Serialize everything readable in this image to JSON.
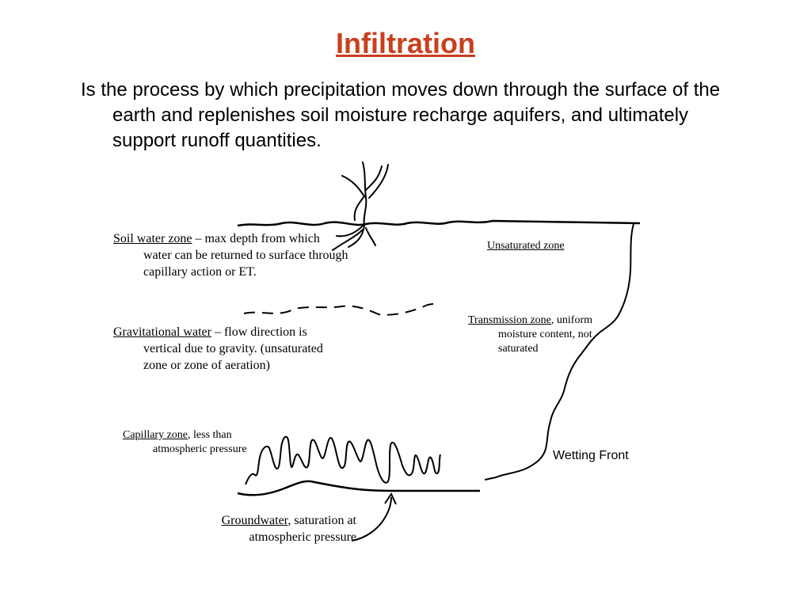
{
  "title": "Infiltration",
  "definition": "Is the process by which precipitation moves down through the surface of the earth and replenishes soil moisture recharge aquifers, and ultimately support runoff quantities.",
  "labels": {
    "soil_water_zone": {
      "term": "Soil water zone",
      "rest": " – max depth from which water can be returned to surface through capillary action or ET."
    },
    "gravitational_water": {
      "term": "Gravitational water",
      "rest": " – flow direction is vertical due to gravity. (unsaturated zone or zone of aeration)"
    },
    "capillary_zone": {
      "term": "Capillary zone",
      "rest": ", less than atmospheric pressure"
    },
    "groundwater": {
      "term": "Groundwater",
      "rest": ", saturation at atmospheric pressure"
    },
    "unsaturated_zone": {
      "term": "Unsaturated zone"
    },
    "transmission_zone": {
      "term": "Transmission zone",
      "rest": ", uniform moisture content, not saturated"
    },
    "wetting_front": "Wetting Front"
  }
}
